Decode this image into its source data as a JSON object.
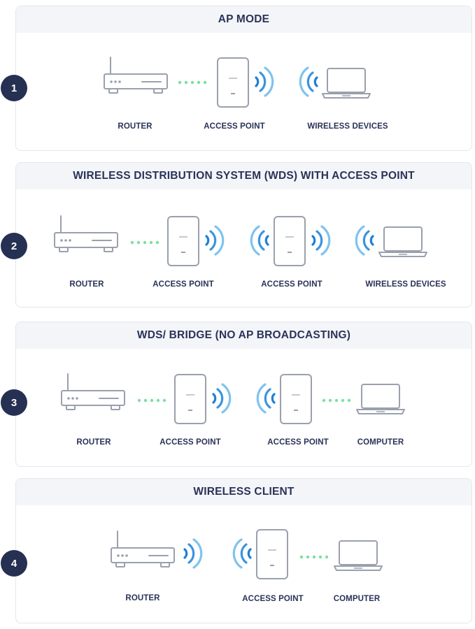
{
  "colors": {
    "heading": "#2a3358",
    "badge": "#253052",
    "device_outline": "#9aa0ad",
    "wifi_blue": "#1e7fd6",
    "wifi_light": "#7fc3ee",
    "wired_dots": "#7be0a0"
  },
  "icons": [
    "router-icon",
    "access-point-icon",
    "laptop-icon",
    "wifi-signal-icon",
    "wired-connection-dots"
  ],
  "modes": [
    {
      "number": "1",
      "title": "AP MODE",
      "devices": [
        "ROUTER",
        "ACCESS POINT",
        "WIRELESS DEVICES"
      ]
    },
    {
      "number": "2",
      "title": "WIRELESS DISTRIBUTION SYSTEM (WDS) WITH ACCESS POINT",
      "devices": [
        "ROUTER",
        "ACCESS POINT",
        "ACCESS POINT",
        "WIRELESS DEVICES"
      ]
    },
    {
      "number": "3",
      "title": "WDS/ BRIDGE (NO AP BROADCASTING)",
      "devices": [
        "ROUTER",
        "ACCESS POINT",
        "ACCESS POINT",
        "COMPUTER"
      ]
    },
    {
      "number": "4",
      "title": "WIRELESS CLIENT",
      "devices": [
        "ROUTER",
        "ACCESS POINT",
        "COMPUTER"
      ]
    }
  ]
}
